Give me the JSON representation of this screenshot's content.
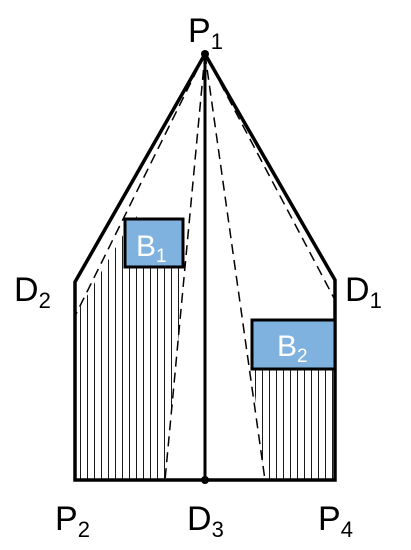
{
  "labels": {
    "p1": {
      "main": "P",
      "sub": "1"
    },
    "p2": {
      "main": "P",
      "sub": "2"
    },
    "p4": {
      "main": "P",
      "sub": "4"
    },
    "d1": {
      "main": "D",
      "sub": "1"
    },
    "d2": {
      "main": "D",
      "sub": "2"
    },
    "d3": {
      "main": "D",
      "sub": "3"
    },
    "b1": {
      "main": "B",
      "sub": "1"
    },
    "b2": {
      "main": "B",
      "sub": "2"
    }
  },
  "colors": {
    "box_fill": "#7fb2df",
    "line": "#000000"
  }
}
